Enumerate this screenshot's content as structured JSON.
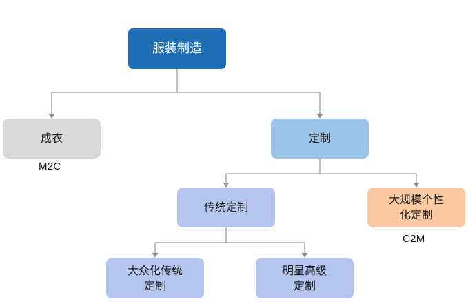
{
  "nodes": {
    "root": "服装制造",
    "chengyi": "成衣",
    "dingzhi": "定制",
    "chuantong": "传统定制",
    "daguimo": "大规模个性\n化定制",
    "dazhong": "大众化传统\n定制",
    "mingxing": "明星高级\n定制"
  },
  "tags": {
    "m2c": "M2C",
    "c2m": "C2M"
  },
  "colors": {
    "root": "#1f6fb6",
    "grey": "#d9d9d9",
    "light_blue": "#9cc3ea",
    "lavender": "#b4c6ee",
    "peach": "#fbc9a2",
    "connector": "#9e9e9e"
  }
}
